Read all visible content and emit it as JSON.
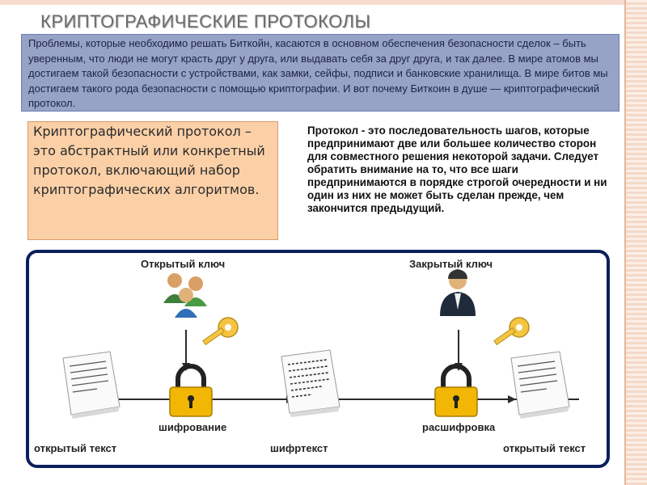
{
  "title": "КРИПТОГРАФИЧЕСКИЕ ПРОТОКОЛЫ",
  "intro_text": "Проблемы, которые необходимо решать Биткойн, касаются в основном обеспечения безопасности сделок – быть уверенным, что люди не могут красть друг у друга, или выдавать себя за друг друга, и так далее. В мире атомов мы достигаем такой безопасности с устройствами, как замки, сейфы, подписи и банковские хранилища. В мире битов мы достигаем такого рода безопасности с помощью криптографии. И вот почему Биткоин в душе — криптографический протокол.",
  "definition": {
    "term": "Криптографический протокол",
    "text": " – это абстрактный или конкретный протокол, включающий набор криптографических алгоритмов."
  },
  "protocol_def": {
    "term": "Протокол",
    "text": " - это последовательность шагов, которые предпринимают две или большее количество сторон для совместного решения некоторой задачи. Следует обратить внимание на то, что все шаги предпринимаются в порядке строгой очередности и ни один из них не может быть сделан прежде, чем закончится предыдущий."
  },
  "diagram": {
    "public_key_label": "Открытый ключ",
    "private_key_label": "Закрытый ключ",
    "encrypt_label": "шифрование",
    "decrypt_label": "расшифровка",
    "plaintext_label": "открытый текст",
    "ciphertext_label": "шифртекст",
    "plaintext_label_2": "открытый текст",
    "icons": [
      "users-icon",
      "key-icon",
      "lock-icon",
      "person-icon",
      "document-icon"
    ],
    "colors": {
      "frame": "#0b1f5c",
      "lock": "#f2b705",
      "key": "#f5c542"
    }
  }
}
